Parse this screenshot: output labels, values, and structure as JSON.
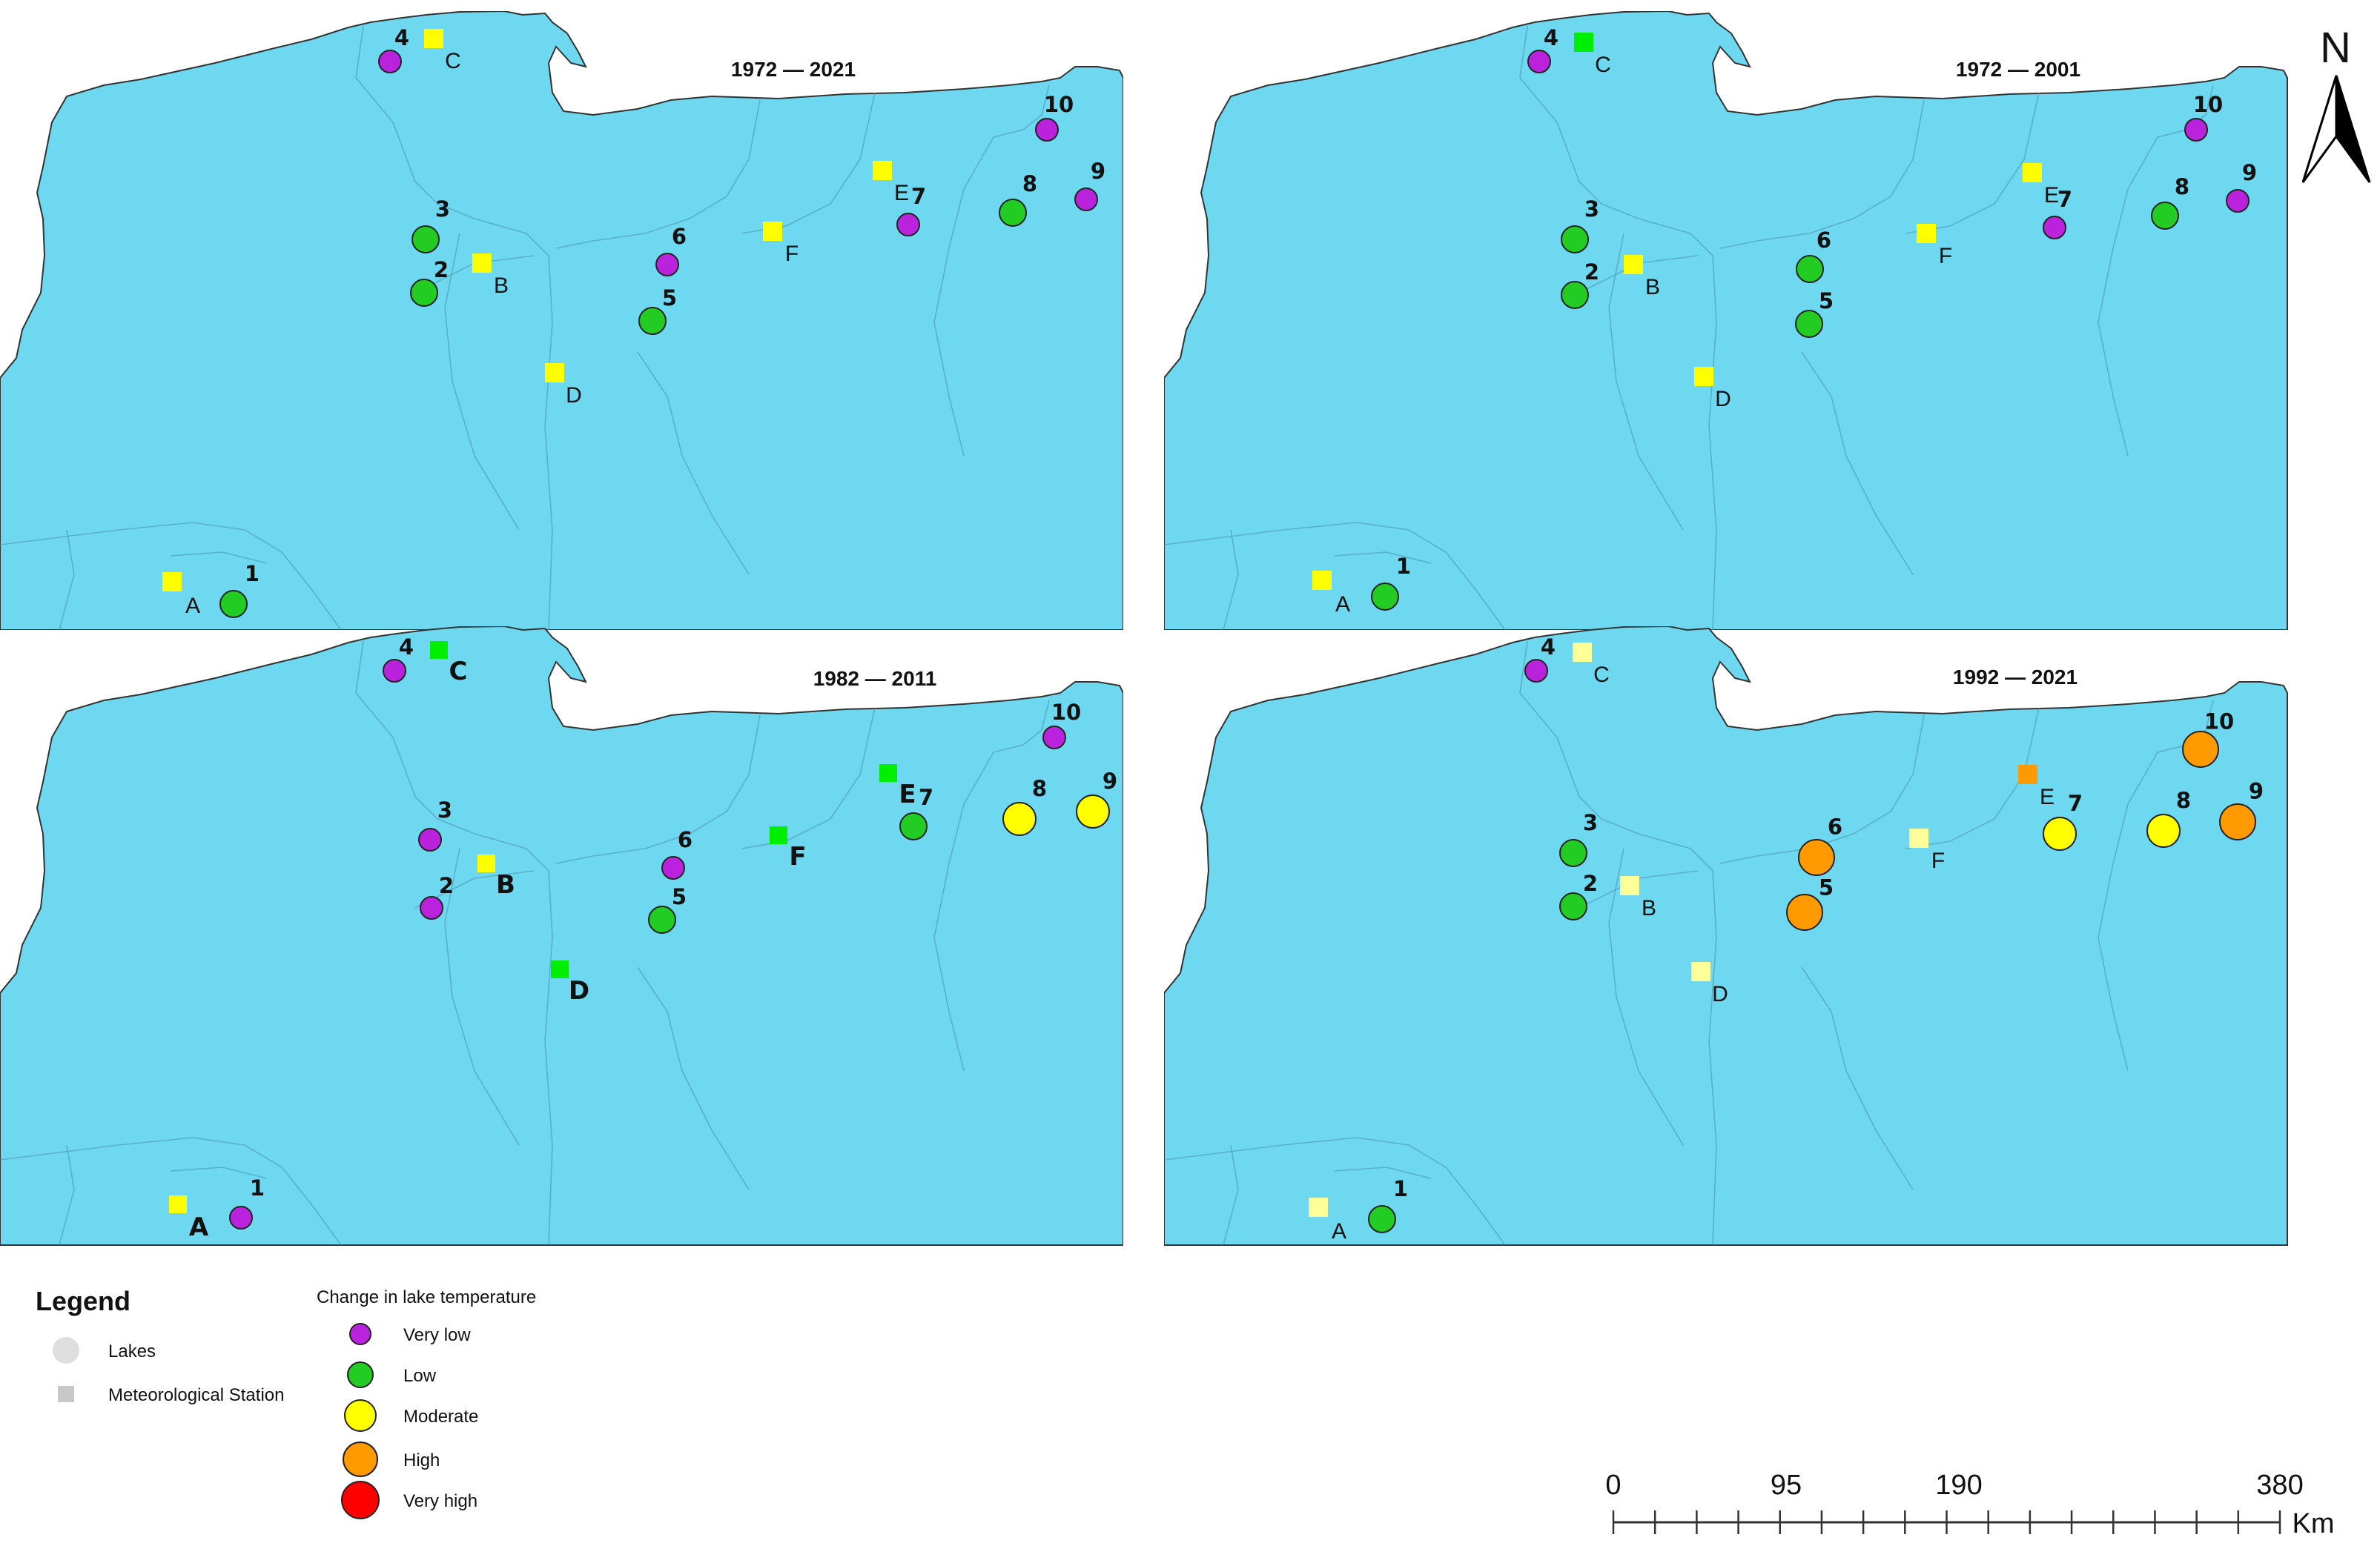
{
  "colors": {
    "sea_land": "#6dd8ef",
    "boundary": "#4a90a6",
    "coast": "#333333",
    "very_low": "#bb22dd",
    "low": "#22cc22",
    "moderate": "#ffff00",
    "high": "#ff9900",
    "very_high": "#ff0000",
    "station_yellow": "#ffff00",
    "station_pale": "#ffff99",
    "station_green": "#00ee00",
    "station_orange": "#ff9900"
  },
  "panels": [
    {
      "title": "1972 — 2021",
      "lakes": [
        {
          "id": "1",
          "cls": "low"
        },
        {
          "id": "2",
          "cls": "low"
        },
        {
          "id": "3",
          "cls": "low"
        },
        {
          "id": "4",
          "cls": "very_low"
        },
        {
          "id": "5",
          "cls": "low"
        },
        {
          "id": "6",
          "cls": "very_low"
        },
        {
          "id": "7",
          "cls": "very_low"
        },
        {
          "id": "8",
          "cls": "low"
        },
        {
          "id": "9",
          "cls": "very_low"
        },
        {
          "id": "10",
          "cls": "very_low"
        }
      ],
      "stations": [
        {
          "id": "A",
          "color": "station_yellow"
        },
        {
          "id": "B",
          "color": "station_yellow"
        },
        {
          "id": "C",
          "color": "station_yellow"
        },
        {
          "id": "D",
          "color": "station_yellow"
        },
        {
          "id": "E",
          "color": "station_yellow"
        },
        {
          "id": "F",
          "color": "station_yellow"
        }
      ]
    },
    {
      "title": "1972 — 2001",
      "lakes": [
        {
          "id": "1",
          "cls": "low"
        },
        {
          "id": "2",
          "cls": "low"
        },
        {
          "id": "3",
          "cls": "low"
        },
        {
          "id": "4",
          "cls": "very_low"
        },
        {
          "id": "5",
          "cls": "low"
        },
        {
          "id": "6",
          "cls": "low"
        },
        {
          "id": "7",
          "cls": "very_low"
        },
        {
          "id": "8",
          "cls": "low"
        },
        {
          "id": "9",
          "cls": "very_low"
        },
        {
          "id": "10",
          "cls": "very_low"
        }
      ],
      "stations": [
        {
          "id": "A",
          "color": "station_yellow"
        },
        {
          "id": "B",
          "color": "station_yellow"
        },
        {
          "id": "C",
          "color": "station_green"
        },
        {
          "id": "D",
          "color": "station_yellow"
        },
        {
          "id": "E",
          "color": "station_yellow"
        },
        {
          "id": "F",
          "color": "station_yellow"
        }
      ]
    },
    {
      "title": "1982 — 2011",
      "lakes": [
        {
          "id": "1",
          "cls": "very_low"
        },
        {
          "id": "2",
          "cls": "very_low"
        },
        {
          "id": "3",
          "cls": "very_low"
        },
        {
          "id": "4",
          "cls": "very_low"
        },
        {
          "id": "5",
          "cls": "low"
        },
        {
          "id": "6",
          "cls": "very_low"
        },
        {
          "id": "7",
          "cls": "low"
        },
        {
          "id": "8",
          "cls": "moderate"
        },
        {
          "id": "9",
          "cls": "moderate"
        },
        {
          "id": "10",
          "cls": "very_low"
        }
      ],
      "stations": [
        {
          "id": "A",
          "color": "station_yellow"
        },
        {
          "id": "B",
          "color": "station_yellow"
        },
        {
          "id": "C",
          "color": "station_green"
        },
        {
          "id": "D",
          "color": "station_green"
        },
        {
          "id": "E",
          "color": "station_green"
        },
        {
          "id": "F",
          "color": "station_green"
        }
      ]
    },
    {
      "title": "1992 — 2021",
      "lakes": [
        {
          "id": "1",
          "cls": "low"
        },
        {
          "id": "2",
          "cls": "low"
        },
        {
          "id": "3",
          "cls": "low"
        },
        {
          "id": "4",
          "cls": "very_low"
        },
        {
          "id": "5",
          "cls": "high"
        },
        {
          "id": "6",
          "cls": "high"
        },
        {
          "id": "7",
          "cls": "moderate"
        },
        {
          "id": "8",
          "cls": "moderate"
        },
        {
          "id": "9",
          "cls": "high"
        },
        {
          "id": "10",
          "cls": "high"
        }
      ],
      "stations": [
        {
          "id": "A",
          "color": "station_pale"
        },
        {
          "id": "B",
          "color": "station_pale"
        },
        {
          "id": "C",
          "color": "station_pale"
        },
        {
          "id": "D",
          "color": "station_pale"
        },
        {
          "id": "E",
          "color": "station_orange"
        },
        {
          "id": "F",
          "color": "station_pale"
        }
      ]
    }
  ],
  "legend": {
    "title": "Legend",
    "lakes_label": "Lakes",
    "station_label": "Meteorological Station",
    "change_title": "Change in lake temperature",
    "classes": [
      {
        "key": "very_low",
        "label": "Very low"
      },
      {
        "key": "low",
        "label": "Low"
      },
      {
        "key": "moderate",
        "label": "Moderate"
      },
      {
        "key": "high",
        "label": "High"
      },
      {
        "key": "very_high",
        "label": "Very high"
      }
    ]
  },
  "scale_bar": {
    "labels": [
      "0",
      "95",
      "190",
      "380"
    ],
    "unit": "Km"
  },
  "north_arrow": {
    "label": "N"
  }
}
